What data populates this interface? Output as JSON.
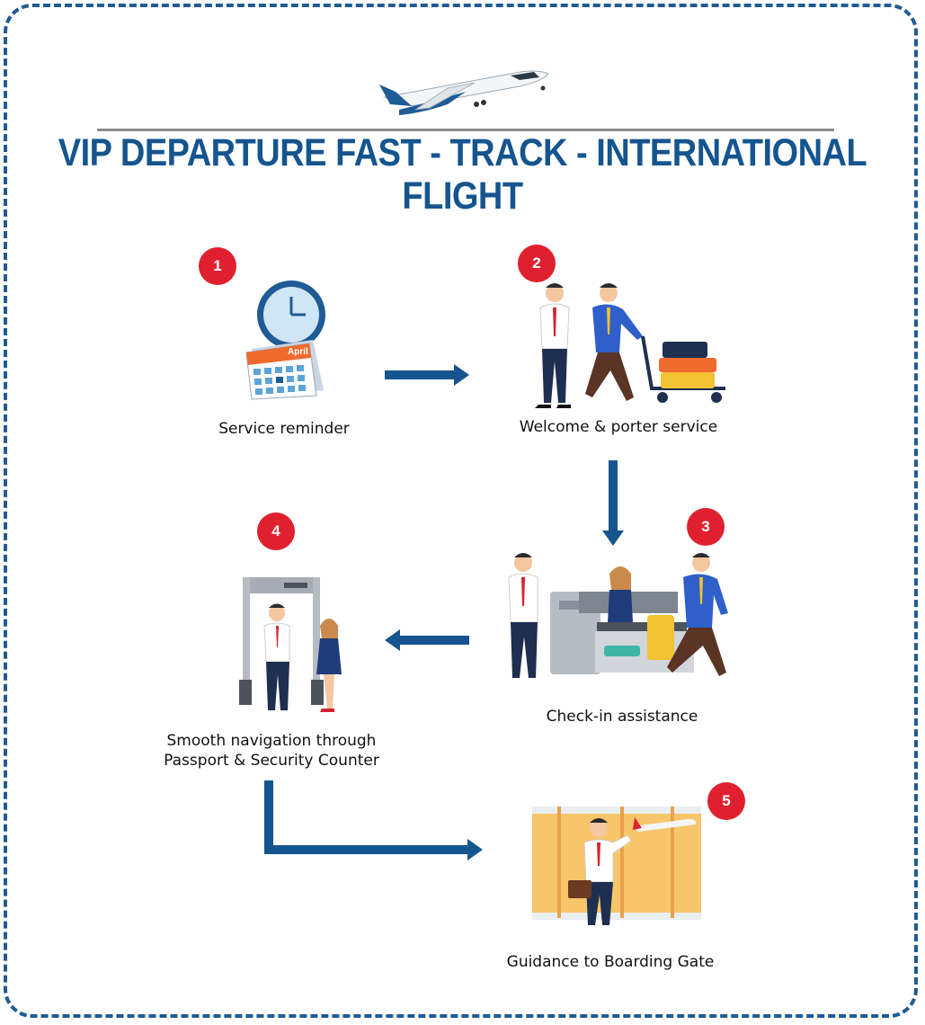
{
  "title": "VIP DEPARTURE FAST - TRACK - INTERNATIONAL FLIGHT",
  "colors": {
    "primary": "#15558f",
    "badge": "#e0202e",
    "border": "#1f5b95"
  },
  "steps": [
    {
      "number": "1",
      "label": "Service reminder",
      "icon": "clock-calendar-icon",
      "calendar_month": "April"
    },
    {
      "number": "2",
      "label": "Welcome & porter service",
      "icon": "porter-luggage-icon"
    },
    {
      "number": "3",
      "label": "Check-in assistance",
      "icon": "check-in-counter-icon"
    },
    {
      "number": "4",
      "label_line1": "Smooth navigation through",
      "label_line2": "Passport & Security Counter",
      "icon": "security-gate-icon"
    },
    {
      "number": "5",
      "label": "Guidance to Boarding Gate",
      "icon": "boarding-gate-icon"
    }
  ]
}
